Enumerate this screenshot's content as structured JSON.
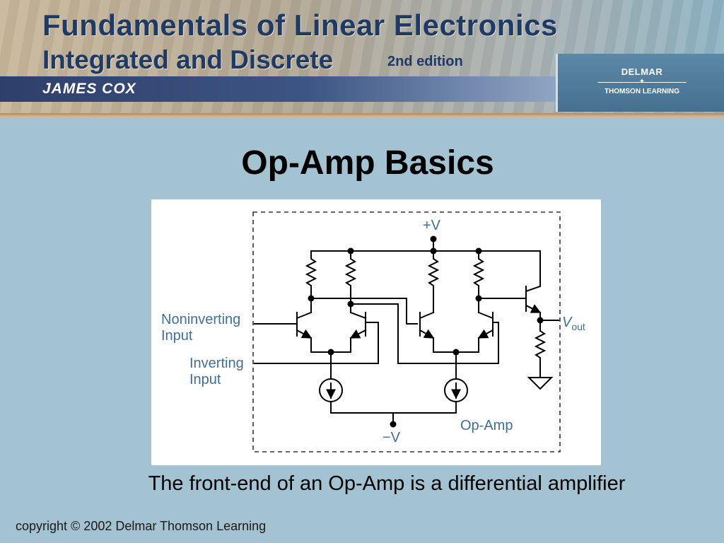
{
  "header": {
    "book_title": "Fundamentals of Linear Electronics",
    "book_subtitle": "Integrated and Discrete",
    "edition": "2nd edition",
    "author": "JAMES COX",
    "publisher_name": "DELMAR",
    "publisher_sub": "THOMSON LEARNING"
  },
  "slide": {
    "title": "Op-Amp Basics",
    "caption": "The front-end of an Op-Amp is a differential amplifier"
  },
  "diagram": {
    "labels": {
      "plus_v": "+V",
      "minus_v": "−V",
      "noninverting_1": "Noninverting",
      "noninverting_2": "Input",
      "inverting_1": "Inverting",
      "inverting_2": "Input",
      "vout_v": "V",
      "vout_sub": "out",
      "opamp": "Op-Amp"
    }
  },
  "footer": {
    "copyright": "copyright © 2002 Delmar Thomson Learning"
  },
  "colors": {
    "background": "#a3c3d2",
    "banner_text": "#1e3a66",
    "diagram_label": "#3f6f99"
  },
  "icons": {
    "publisher_star": "star-icon"
  }
}
